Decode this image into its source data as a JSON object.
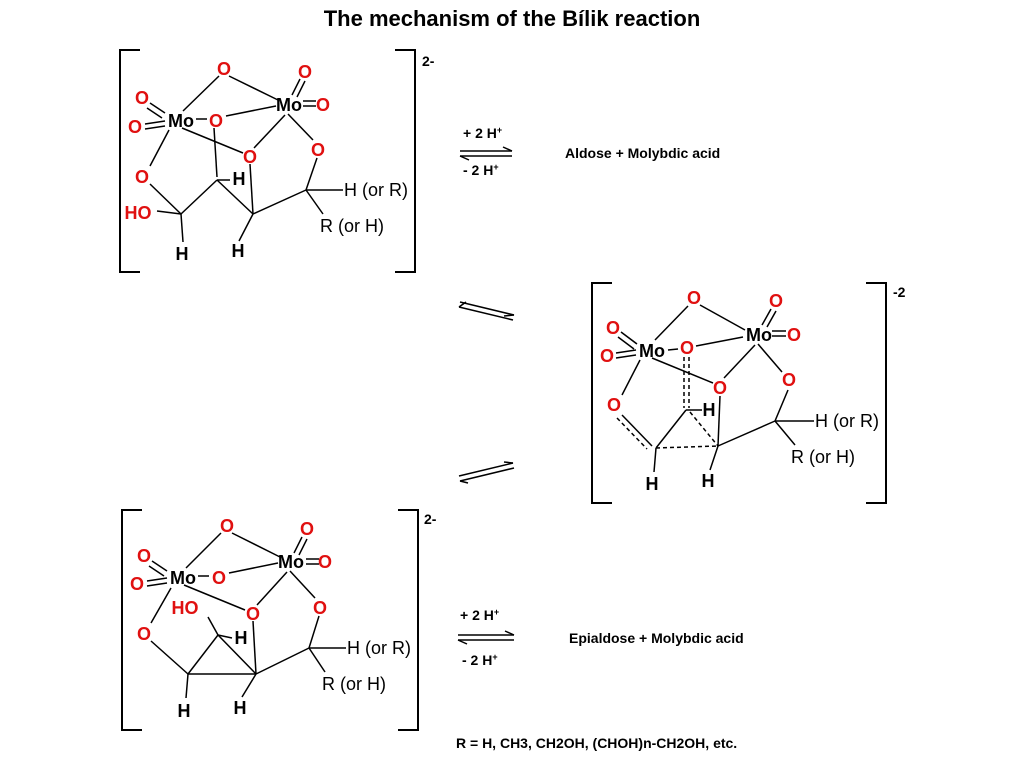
{
  "title": "The mechanism of the Bílik reaction",
  "complex_top": {
    "charge": "2-",
    "mo": "Mo",
    "o": "O",
    "h": "H",
    "ho": "HO",
    "h_or_r": "H (or R)",
    "r_or_h": "R (or H)"
  },
  "complex_middle": {
    "charge": "-2",
    "mo": "Mo",
    "o": "O",
    "h": "H",
    "h_or_r": "H (or R)",
    "r_or_h": "R (or H)"
  },
  "complex_bottom": {
    "charge": "2-",
    "mo": "Mo",
    "o": "O",
    "h": "H",
    "ho": "HO",
    "h_or_r": "H (or R)",
    "r_or_h": "R (or H)"
  },
  "equilibrium_top": {
    "forward": "+ 2 H",
    "backward": "- 2 H",
    "superscript": "+",
    "product": "Aldose + Molybdic acid"
  },
  "equilibrium_bottom": {
    "forward": "+ 2 H",
    "backward": "- 2 H",
    "superscript": "+",
    "product": "Epialdose + Molybdic acid"
  },
  "footnote": {
    "text": "R = H, CH3, CH2OH, (CHOH)n-CH2OH, etc."
  },
  "colors": {
    "oxygen": "#e01010",
    "bond": "#000000"
  }
}
